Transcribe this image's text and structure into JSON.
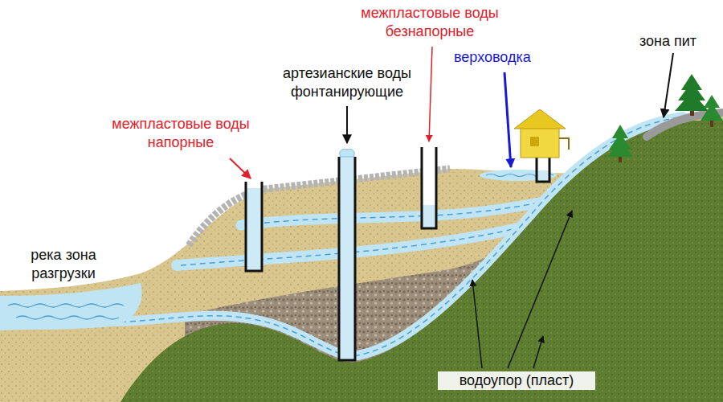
{
  "diagram": {
    "labels": [
      "межпластовые воды безнапорные",
      "артезианские воды фонтанирующие",
      "межпластовые воды напорные",
      "верховодка",
      "зона пит",
      "река зона разгрузки",
      "водоупор (пласт)"
    ]
  }
}
